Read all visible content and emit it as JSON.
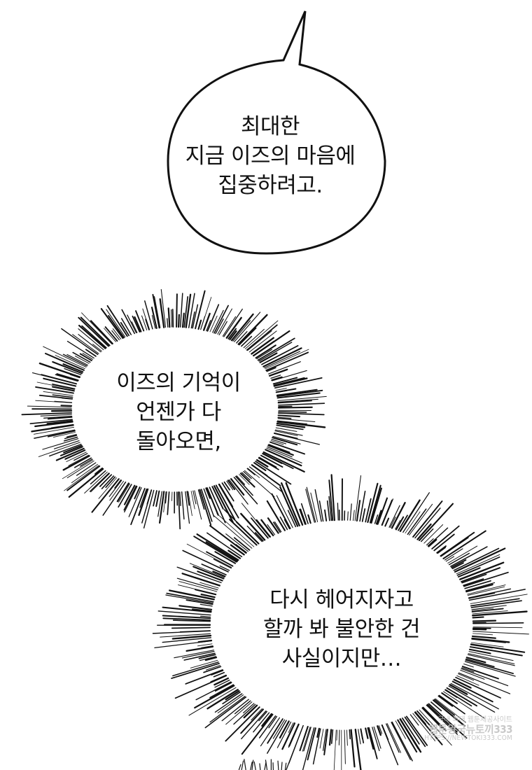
{
  "speech_bubble": {
    "lines": [
      "최대한",
      "지금 이즈의 마음에",
      "집중하려고."
    ]
  },
  "burst_bubble_1": {
    "lines": [
      "이즈의 기억이",
      "언젠가 다",
      "돌아오면,"
    ]
  },
  "burst_bubble_2": {
    "lines": [
      "다시 헤어지자고",
      "할까 봐 불안한 건",
      "사실이지만…"
    ]
  },
  "watermark": {
    "line1": "국내 최대 웹툰제공사이트",
    "line2": "웹툰왕국뉴토끼333",
    "line3": "HTTPS://NEWTOKI333.COM"
  },
  "colors": {
    "ink": "#111111",
    "paper": "#ffffff",
    "watermark": "#c4c4c4"
  }
}
